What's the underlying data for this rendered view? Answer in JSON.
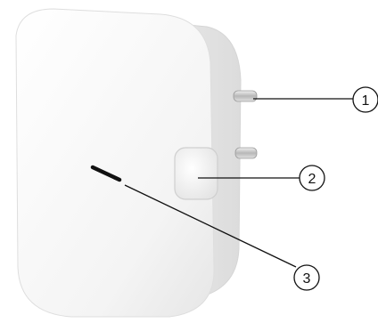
{
  "figure": {
    "subject": "smart-plug-device",
    "colors": {
      "body": "#f5f5f5",
      "body_shadow": "#d9d9d9",
      "side_panel": "#e8e8e8",
      "prong": "#c8c8c8",
      "indicator": "#111111",
      "leader": "#111111"
    }
  },
  "callouts": [
    {
      "number": "1"
    },
    {
      "number": "2"
    },
    {
      "number": "3"
    }
  ]
}
